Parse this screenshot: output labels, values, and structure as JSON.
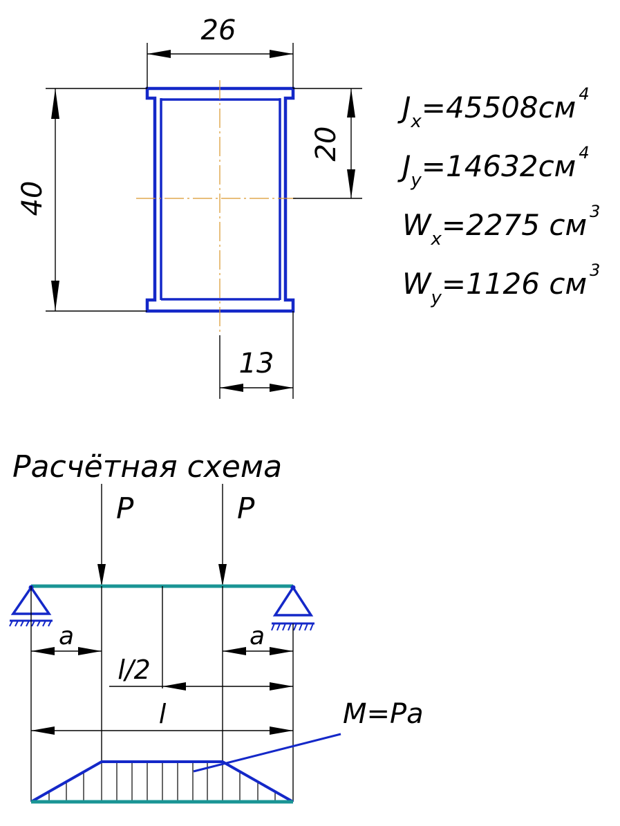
{
  "section": {
    "dim_width": "26",
    "dim_height": "40",
    "dim_half_height": "20",
    "dim_half_width": "13"
  },
  "properties": [
    {
      "sym": "J",
      "sub": "x",
      "value": "=45508см",
      "exp": "4"
    },
    {
      "sym": "J",
      "sub": "y",
      "value": "=14632см",
      "exp": "4"
    },
    {
      "sym": "W",
      "sub": "x",
      "value": "=2275 см",
      "exp": "3"
    },
    {
      "sym": "W",
      "sub": "y",
      "value": "=1126 см",
      "exp": "3"
    }
  ],
  "scheme": {
    "title": "Расчётная схема",
    "load_left": "P",
    "load_right": "P",
    "dim_a_left": "a",
    "dim_a_right": "a",
    "dim_half_span": "l/2",
    "dim_span": "l",
    "moment_label": "M=Pa"
  },
  "colors": {
    "section_outline": "#1428c8",
    "beam": "#1a9595",
    "axes": "#d9962a"
  }
}
